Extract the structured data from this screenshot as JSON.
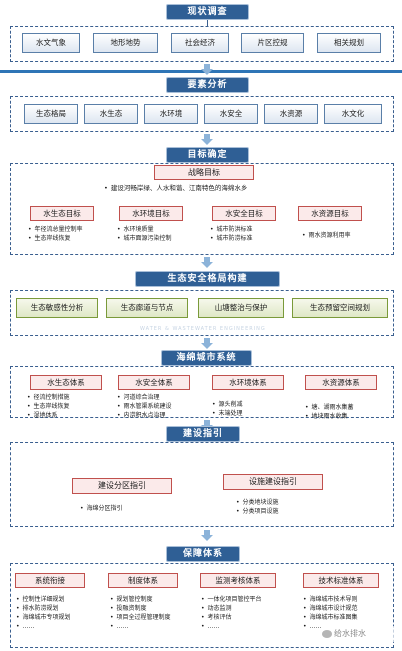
{
  "s1": {
    "title": "现状调查",
    "items": [
      "水文气象",
      "地形地势",
      "社会经济",
      "片区控规",
      "相关规划"
    ]
  },
  "s2": {
    "title": "要素分析",
    "items": [
      "生态格局",
      "水生态",
      "水环境",
      "水安全",
      "水资源",
      "水文化"
    ]
  },
  "s3": {
    "title": "目标确定",
    "strategy_title": "战略目标",
    "strategy_text": "建设河畅岸绿、人水和谐、江南特色的海绵水乡",
    "goals": [
      {
        "title": "水生态目标",
        "bullets": [
          "年径流总量控制率",
          "生态岸线恢复"
        ]
      },
      {
        "title": "水环境目标",
        "bullets": [
          "水环境质量",
          "城市面源污染控制"
        ]
      },
      {
        "title": "水安全目标",
        "bullets": [
          "城市防洪标准",
          "城市防涝标准"
        ]
      },
      {
        "title": "水资源目标",
        "bullets": [
          "雨水资源利用率"
        ]
      }
    ]
  },
  "s4": {
    "title": "生态安全格局构建",
    "items": [
      "生态敏感性分析",
      "生态廊道与节点",
      "山塘整治与保护",
      "生态预留空间规划"
    ],
    "watermark_top": "",
    "watermark_bottom": "WATER & WASTEWATER ENGINEERING"
  },
  "s5": {
    "title": "海绵城市系统",
    "systems": [
      {
        "title": "水生态体系",
        "bullets": [
          "径流控制措施",
          "生态岸线恢复",
          "湿地体系"
        ]
      },
      {
        "title": "水安全体系",
        "bullets": [
          "河道综合治理",
          "雨水管渠系统建设",
          "内涝积水点治理"
        ]
      },
      {
        "title": "水环境体系",
        "bullets": [
          "源头削减",
          "末端处理"
        ]
      },
      {
        "title": "水资源体系",
        "bullets": [
          "塘、湖雨水集蓄",
          "地块雨水收集"
        ]
      }
    ]
  },
  "s6": {
    "title": "建设指引",
    "left": {
      "title": "建设分区指引",
      "bullets": [
        "海绵分区指引"
      ]
    },
    "right": {
      "title": "设施建设指引",
      "bullets": [
        "分类地块设施",
        "分类项目设施"
      ]
    }
  },
  "s7": {
    "title": "保障体系",
    "systems": [
      {
        "title": "系统衔接",
        "bullets": [
          "控制性详细规划",
          "排水防涝规划",
          "海绵城市专项规划",
          "……"
        ]
      },
      {
        "title": "制度体系",
        "bullets": [
          "规划管控制度",
          "投融资制度",
          "项目全过程管理制度",
          "……"
        ]
      },
      {
        "title": "监测考核体系",
        "bullets": [
          "一体化项目管控平台",
          "动态监测",
          "考核评估",
          "……"
        ]
      },
      {
        "title": "技术标准体系",
        "bullets": [
          "海绵城市技术导则",
          "海绵城市设计规范",
          "海绵城市标准图集",
          "……"
        ]
      }
    ]
  },
  "watermark": "给水排水",
  "colors": {
    "title_bg": "#2f5f95",
    "dash": "#3a5f8f",
    "red": "#c0504d",
    "arrow": "#8cb3d9",
    "band": "#2e75b6"
  }
}
